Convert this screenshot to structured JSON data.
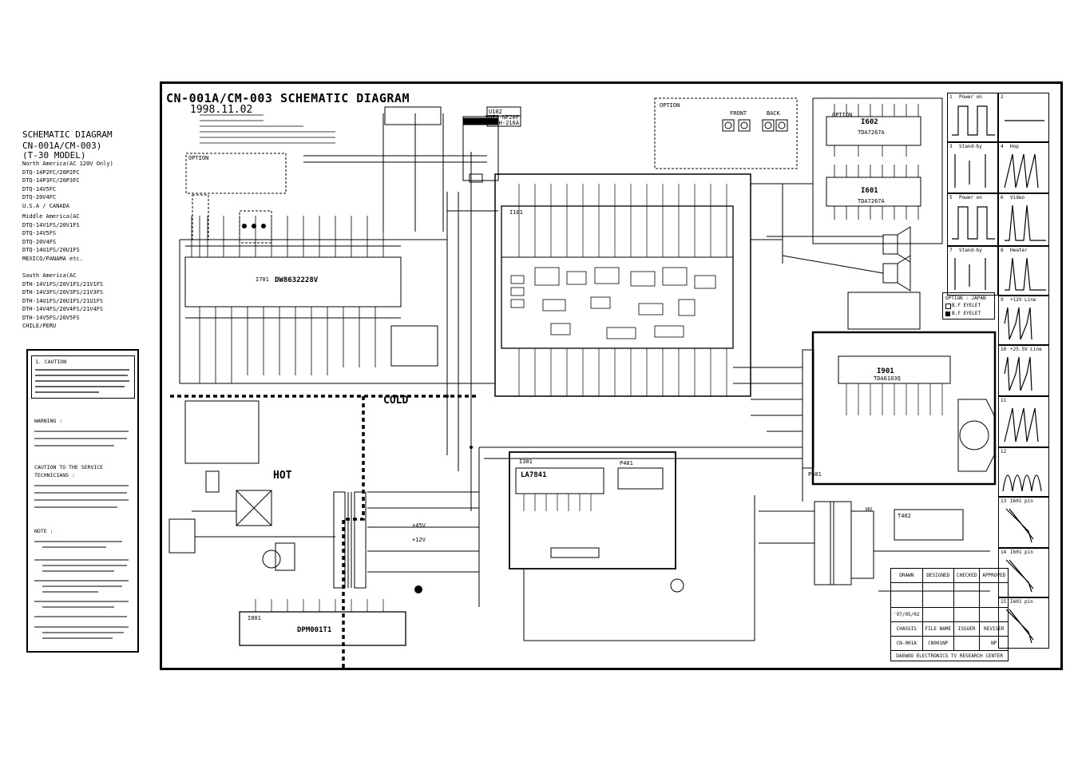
{
  "title": "CN-001A/CM-003 SCHEMATIC DIAGRAM",
  "date": "1998.11.02",
  "side_header": {
    "line1": "SCHEMATIC DIAGRAM",
    "line2": "CN-001A/CM-003)",
    "line3": "(T-30 MODEL)"
  },
  "north_america": {
    "heading": "North America(AC 120V Only)",
    "models": [
      "DTQ-14P2FC/20P2FC",
      "DTQ-14P3FC/20P3FC",
      "DTQ-14V5FC",
      "DTQ-20V4FC",
      "U.S.A / CANADA"
    ]
  },
  "middle_america": {
    "heading": "Middle America(AC",
    "models": [
      "DTQ-14V1FS/20V1FS",
      "DTQ-14V5FS",
      "DTQ-20V4FS",
      "DTQ-14U1FS/20U1FS",
      "MEXICO/PANAMA etc."
    ]
  },
  "south_america": {
    "heading": "South America(AC",
    "models": [
      "DTH-14V1FS/20V1FS/21V1FS",
      "DTH-14V3FS/20V3FS/21V3FS",
      "DTH-14U1FS/20U1FS/21U1FS",
      "DTH-14V4FS/20V4FS/21V4FS",
      "DTH-14V5FS/20V5FS",
      "CHILE/PERU"
    ]
  },
  "caution_box": {
    "caution": "1. CAUTION",
    "warning": "WARNING :",
    "service_caution_1": "CAUTION TO THE SERVICE",
    "service_caution_2": "TECHNICIANS :",
    "note": "NOTE :"
  },
  "labels": {
    "hot": "HOT",
    "cold": "COLD",
    "ic_main": "DW8632228V",
    "ic_power": "DPM001T1",
    "ic_vertical": "LA7841",
    "ic_audio1": "TDA7267A",
    "ic_audio2": "TDA7267A",
    "ic_video": "TDA6103Q",
    "ref_i701": "I701",
    "ref_i801": "I801",
    "ref_i301": "I301",
    "ref_i601": "I601",
    "ref_i602": "I602",
    "ref_i901": "I901",
    "ref_u102": "U102",
    "ref_i101": "I101",
    "ref_p401": "P401",
    "ref_t402": "T402",
    "ref_p501": "P501",
    "tuner_a": "DTS-NF20F",
    "tuner_b": "TELH-216A",
    "front": "FRONT",
    "back": "BACK",
    "option": "OPTION",
    "hv": "HV",
    "v45": "+45V",
    "v12": "+12V"
  },
  "option_japan": {
    "heading": "OPTION : JAPAN",
    "row1": "B.F EYELET",
    "row2": "B.F EYELET"
  },
  "waveforms": [
    {
      "num": "1",
      "label": "Power on"
    },
    {
      "num": "2",
      "label": ""
    },
    {
      "num": "3",
      "label": "Stand-by"
    },
    {
      "num": "4",
      "label": "Hop"
    },
    {
      "num": "5",
      "label": "Power on"
    },
    {
      "num": "6",
      "label": "Video"
    },
    {
      "num": "7",
      "label": "Stand-by"
    },
    {
      "num": "8",
      "label": "Heater"
    },
    {
      "num": "9",
      "label": "+12V Line"
    },
    {
      "num": "10",
      "label": "+25.5V Line"
    },
    {
      "num": "11",
      "label": ""
    },
    {
      "num": "12",
      "label": ""
    },
    {
      "num": "13",
      "label": "I601 pin"
    },
    {
      "num": "14",
      "label": "I601 pin"
    },
    {
      "num": "15",
      "label": "I601 pin"
    }
  ],
  "title_block": {
    "h_drawn": "DRAWN",
    "h_designed": "DESIGNED",
    "h_checked": "CHECKED",
    "h_approved": "APPROVED",
    "date": "'97/05/02",
    "h_chassis": "CHASSIS",
    "h_file": "FILE NAME",
    "h_issuer": "ISSUER",
    "h_reviser": "REVISER",
    "chassis": "CN-001A",
    "file": "CN001NP",
    "reviser": "NP",
    "footer": "DAEWOO ELECTRONICS TV RESEARCH CENTER"
  }
}
